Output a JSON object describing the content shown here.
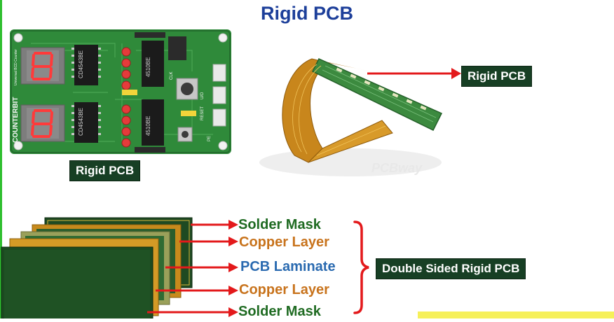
{
  "title": "Rigid PCB",
  "board_photo": {
    "caption": "Rigid PCB",
    "board_text": {
      "brand": "COUNTERBIT",
      "subtitle": "Universal BCD Counter",
      "chip_top_left": "CD4543BE",
      "chip_bottom_left": "CD4543BE",
      "chip_top_right": "4510BE",
      "chip_bottom_right": "4510BE",
      "reset": "RESET",
      "clk": "CLK",
      "up_down": "U/D",
      "pe": "PE"
    }
  },
  "flex_photo": {
    "callout": "Rigid PCB",
    "watermark": "PCBway"
  },
  "layers": [
    {
      "label": "Solder Mask",
      "color": "#1f6b22"
    },
    {
      "label": "Copper Layer",
      "color": "#c8731c"
    },
    {
      "label": "PCB Laminate",
      "color": "#2a6ab0"
    },
    {
      "label": "Copper Layer",
      "color": "#c8731c"
    },
    {
      "label": "Solder Mask",
      "color": "#1f6b22"
    }
  ],
  "stack_label": "Double Sided Rigid PCB",
  "colors": {
    "title": "#1d3f9a",
    "label_bg": "#173f24",
    "arrow": "#e3191b",
    "board_green": "#2f8a3a",
    "accent_line": "#2fbf2f",
    "yellow_bar": "#f6f05a"
  }
}
